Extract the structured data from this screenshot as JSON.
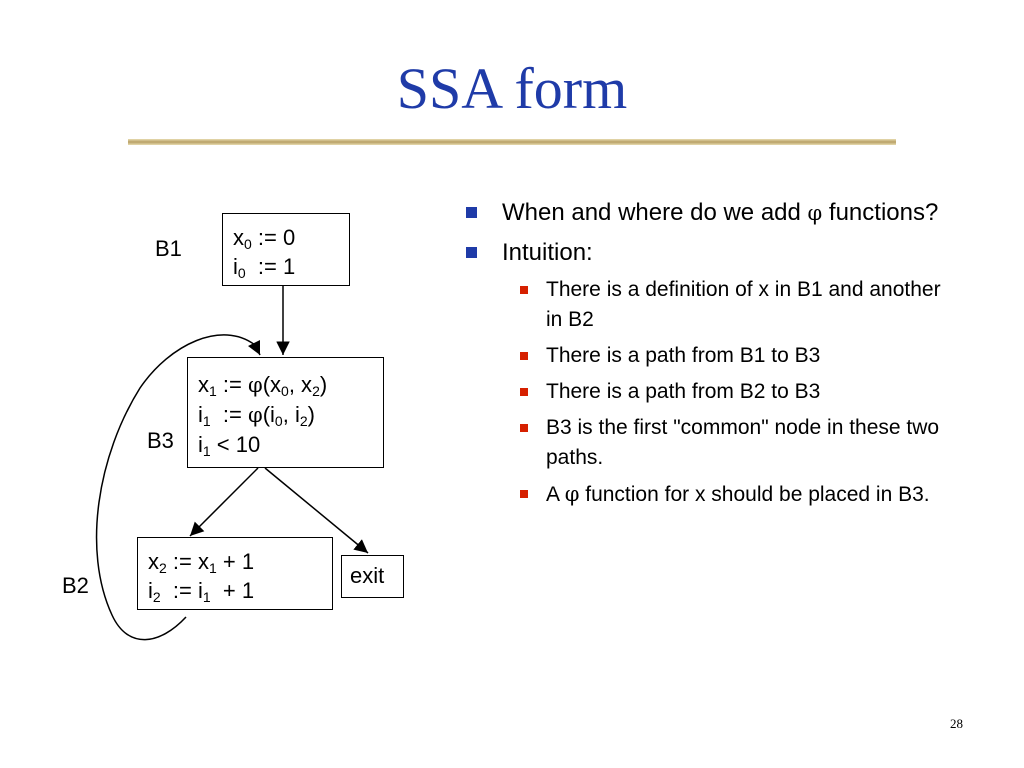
{
  "title": "SSA form",
  "page_number": "28",
  "diagram": {
    "blocks": {
      "b1": {
        "label": "B1",
        "lines": [
          {
            "var": "x",
            "sub": "0",
            "rest": " := 0"
          },
          {
            "var": "i",
            "sub": "0",
            "rest": "  := 1"
          }
        ]
      },
      "b3": {
        "label": "B3",
        "lines": [
          {
            "var": "x",
            "sub": "1",
            "mid": " := ",
            "phi": "φ",
            "a": "(x",
            "asub": "0",
            "b": ", x",
            "bsub": "2",
            "close": ")"
          },
          {
            "var": "i",
            "sub": "1",
            "mid": "  := ",
            "phi": "φ",
            "a": "(i",
            "asub": "0",
            "b": ", i",
            "bsub": "2",
            "close": ")"
          },
          {
            "var": "i",
            "sub": "1",
            "rest": " < 10"
          }
        ]
      },
      "b2": {
        "label": "B2",
        "lines": [
          {
            "var": "x",
            "sub": "2",
            "mid": " := x",
            "s2": "1",
            "rest": " + 1"
          },
          {
            "var": "i",
            "sub": "2",
            "mid": "  := i",
            "s2": "1",
            "rest": "  + 1"
          }
        ]
      },
      "exit": {
        "label": "exit"
      }
    }
  },
  "bullets": [
    {
      "text_pre": "When and where do we add ",
      "phi": "φ",
      "text_post": " functions?"
    },
    {
      "text": "Intuition:",
      "sub": [
        {
          "text": "There is a definition of x in B1 and another in B2"
        },
        {
          "text": "There is a path from B1 to B3"
        },
        {
          "text": "There is a path from B2 to B3"
        },
        {
          "text": "B3 is the first \"common\" node in these two paths."
        },
        {
          "text_pre": "A ",
          "phi": "φ",
          "text_post": " function for x should be placed in B3."
        }
      ]
    }
  ]
}
